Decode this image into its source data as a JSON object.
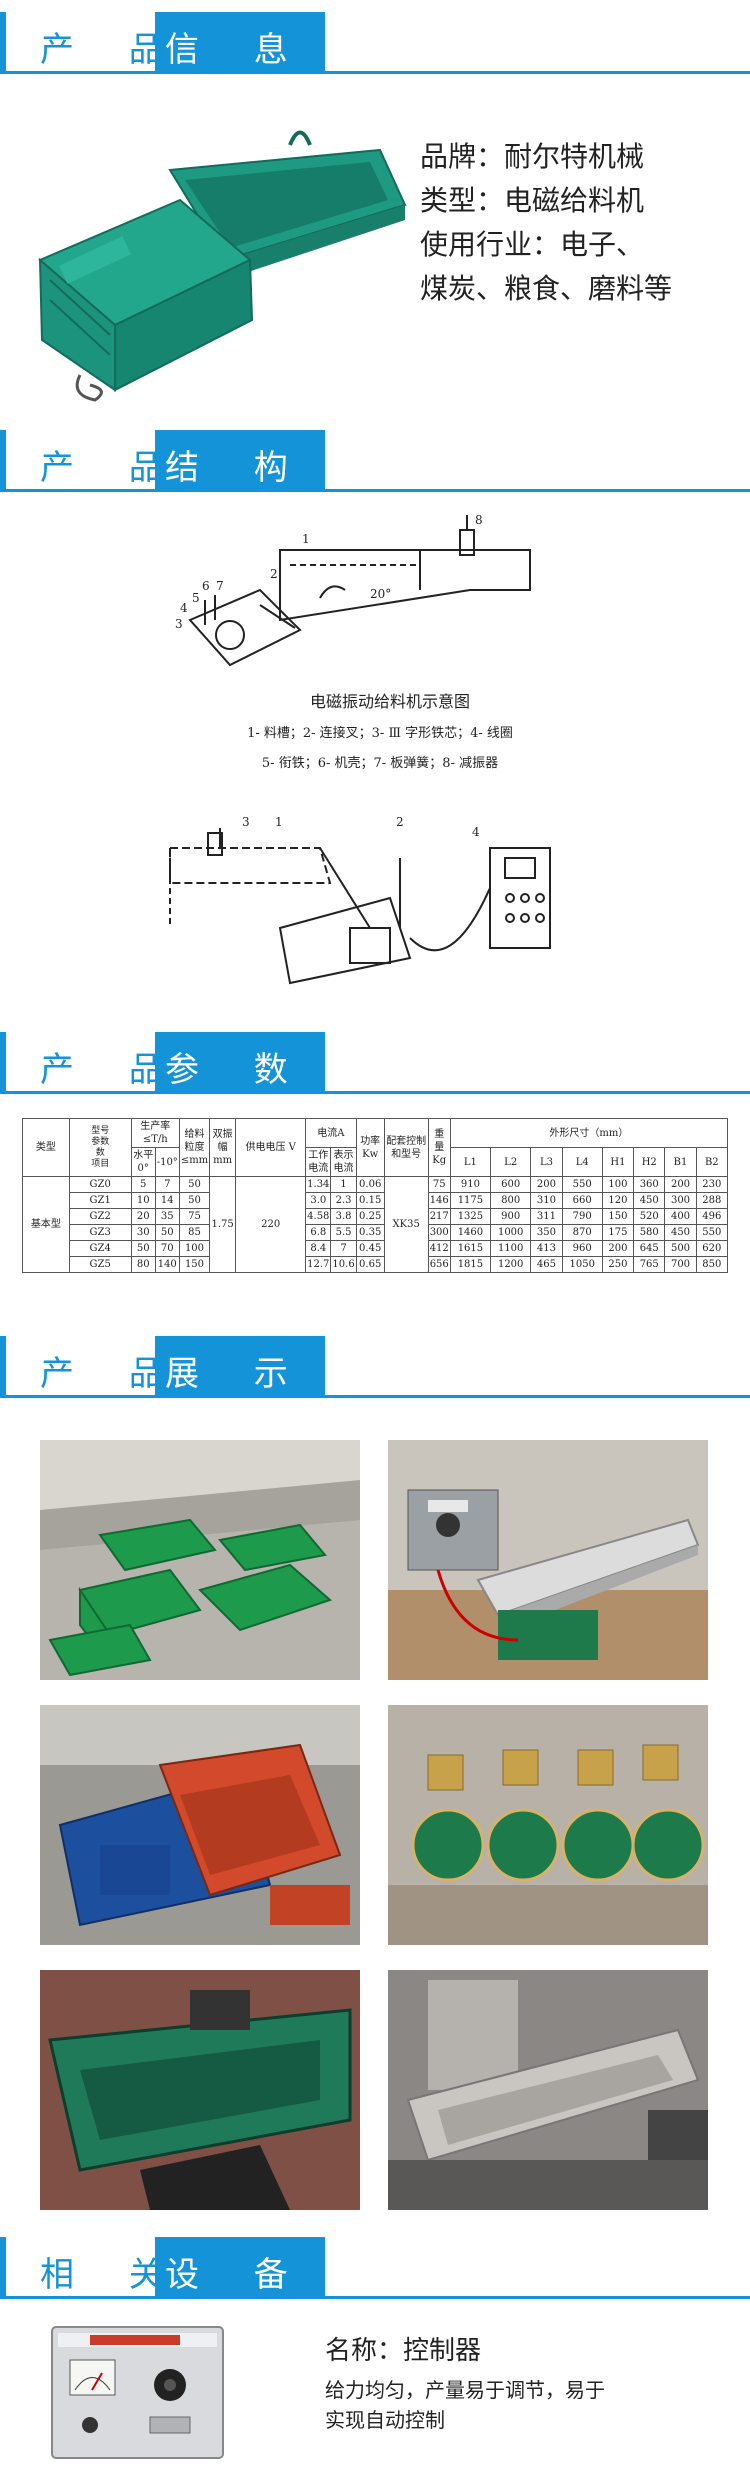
{
  "sections": {
    "info": {
      "a": "产 品",
      "b": "信 息"
    },
    "structure": {
      "a": "产 品",
      "b": "结 构"
    },
    "params": {
      "a": "产 品",
      "b": "参 数"
    },
    "show": {
      "a": "产 品",
      "b": "展 示"
    },
    "related": {
      "a": "相 关",
      "b": "设 备"
    }
  },
  "info": {
    "brand": "品牌：耐尔特机械",
    "type": "类型：电磁给料机",
    "industry": "使用行业：电子、",
    "industry2": "煤炭、粮食、磨料等"
  },
  "diagram": {
    "title": "电磁振动给料机示意图",
    "legend1": "1- 料槽；2- 连接叉；3- Ⅲ 字形铁芯；4- 线圈",
    "legend2": "5- 衔铁；6- 机壳；7- 板弹簧；8- 减振器",
    "angle": "20°",
    "labels": [
      "1",
      "2",
      "3",
      "4",
      "5",
      "6",
      "7",
      "8"
    ],
    "labels2": [
      "3",
      "1",
      "2",
      "4"
    ]
  },
  "table": {
    "h_type": "类型",
    "h_model": "型号",
    "h_param": "参数",
    "h_item": "项目",
    "h_num": "数",
    "h_prod": "生产率 ≤T/h",
    "h_level": "水平 0°",
    "h_down": "-10°",
    "h_size": "给料粒度 ≤mm",
    "h_amp": "双振幅 mm",
    "h_volt": "供电电压 V",
    "h_current": "电流A",
    "h_work": "工作电流",
    "h_show": "表示电流",
    "h_power": "功率 Kw",
    "h_ctrl": "配套控制和型号",
    "h_weight": "重量 Kg",
    "h_dim": "外形尺寸（mm）",
    "dim_cols": [
      "L1",
      "L2",
      "L3",
      "L4",
      "H1",
      "H2",
      "B1",
      "B2"
    ],
    "base": "基本型",
    "amp": "1.75",
    "volt": "220",
    "ctrl": "XK35",
    "rows": [
      {
        "m": "GZ0",
        "p0": "5",
        "p1": "7",
        "s": "50",
        "w": "1.34",
        "c": "1",
        "kw": "0.06",
        "kg": "75",
        "d": [
          "910",
          "600",
          "200",
          "550",
          "100",
          "360",
          "200",
          "230"
        ]
      },
      {
        "m": "GZ1",
        "p0": "10",
        "p1": "14",
        "s": "50",
        "w": "3.0",
        "c": "2.3",
        "kw": "0.15",
        "kg": "146",
        "d": [
          "1175",
          "800",
          "310",
          "660",
          "120",
          "450",
          "300",
          "288"
        ]
      },
      {
        "m": "GZ2",
        "p0": "20",
        "p1": "35",
        "s": "75",
        "w": "4.58",
        "c": "3.8",
        "kw": "0.25",
        "kg": "217",
        "d": [
          "1325",
          "900",
          "311",
          "790",
          "150",
          "520",
          "400",
          "496"
        ]
      },
      {
        "m": "GZ3",
        "p0": "30",
        "p1": "50",
        "s": "85",
        "w": "6.8",
        "c": "5.5",
        "kw": "0.35",
        "kg": "300",
        "d": [
          "1460",
          "1000",
          "350",
          "870",
          "175",
          "580",
          "450",
          "550"
        ]
      },
      {
        "m": "GZ4",
        "p0": "50",
        "p1": "70",
        "s": "100",
        "w": "8.4",
        "c": "7",
        "kw": "0.45",
        "kg": "412",
        "d": [
          "1615",
          "1100",
          "413",
          "960",
          "200",
          "645",
          "500",
          "620"
        ]
      },
      {
        "m": "GZ5",
        "p0": "80",
        "p1": "140",
        "s": "150",
        "w": "12.7",
        "c": "10.6",
        "kw": "0.65",
        "kg": "656",
        "d": [
          "1815",
          "1200",
          "465",
          "1050",
          "250",
          "765",
          "700",
          "850"
        ]
      }
    ]
  },
  "related": {
    "name": "名称：控制器",
    "desc1": "给力均匀，产量易于调节，易于",
    "desc2": "实现自动控制"
  },
  "colors": {
    "accent": "#1493d8",
    "machine_green": "#1f9a82"
  }
}
